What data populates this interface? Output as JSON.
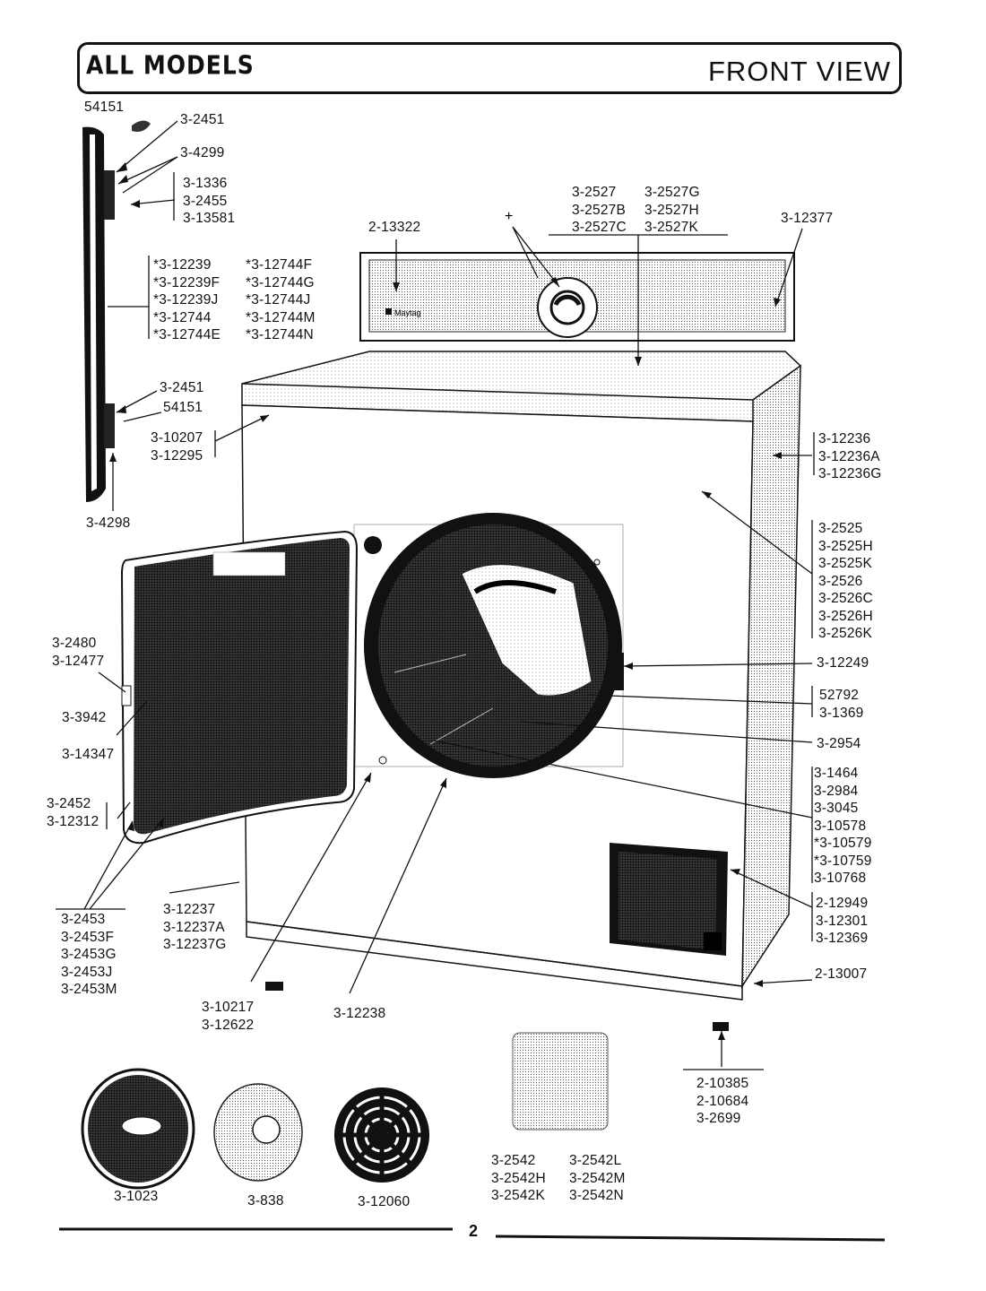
{
  "header": {
    "left": "ALL MODELS",
    "right": "FRONT VIEW"
  },
  "page_number": "2",
  "callouts": {
    "door_top_hinge_a": "54151",
    "door_top_hinge_b": "3-2451",
    "door_top_hinge_c": "3-4299",
    "door_top_hinge_d": "3-1336\n3-2455\n3-13581",
    "door_panel_a": "*3-12239\n*3-12239F\n*3-12239J\n*3-12744\n*3-12744E",
    "door_panel_b": "*3-12744F\n*3-12744G\n*3-12744J\n*3-12744M\n*3-12744N",
    "door_bottom_hinge_a": "3-2451",
    "door_bottom_hinge_b": "54151",
    "door_bottom_hinge_c": "3-10207\n3-12295",
    "door_bottom_hinge_d": "3-4298",
    "control_knob": "3-2527\n3-2527B\n3-2527C",
    "control_knob_b": "3-2527G\n3-2527H\n3-2527K",
    "control_panel_badge": "2-13322",
    "control_panel_end": "3-12377",
    "cabinet_side": "3-12236\n3-12236A\n3-12236G",
    "cabinet_top": "3-2525\n3-2525H\n3-2525K\n3-2526\n3-2526C\n3-2526H\n3-2526K",
    "latch_strike": "3-12249",
    "drum_a": "52792\n3-1369",
    "drum_b": "3-2954",
    "drum_c": "3-1464\n3-2984\n3-3045\n3-10578\n*3-10579\n*3-10759\n3-10768",
    "lint_filter": "2-12949\n3-12301\n3-12369",
    "base": "2-13007",
    "legs": "2-10385\n2-10684\n3-2699",
    "door_latch": "3-2480\n3-12477",
    "door_a": "3-3942",
    "door_b": "3-14347",
    "door_c": "3-2452\n3-12312",
    "door_hinge_set": "3-2453\n3-2453F\n3-2453G\n3-2453J\n3-2453M",
    "front_panel": "3-12237\n3-12237A\n3-12237G",
    "screw": "3-10217\n3-12622",
    "drum_seal": "3-12238",
    "filter_1": "3-1023",
    "filter_2": "3-838",
    "filter_3": "3-12060",
    "access_panel_a": "3-2542\n3-2542H\n3-2542K",
    "access_panel_b": "3-2542L\n3-2542M\n3-2542N"
  },
  "control_panel_brand": "Maytag"
}
